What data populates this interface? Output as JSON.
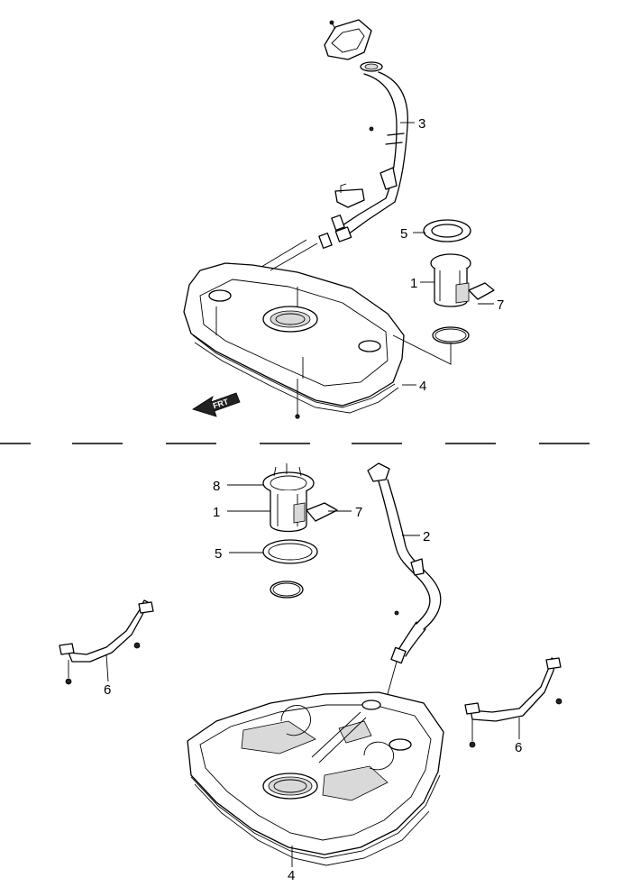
{
  "upper": {
    "callouts": {
      "c3": "3",
      "c5": "5",
      "c1": "1",
      "c7": "7",
      "c4": "4"
    },
    "frt_label": "FRT"
  },
  "lower": {
    "callouts": {
      "c8": "8",
      "c1": "1",
      "c7": "7",
      "c2": "2",
      "c5": "5",
      "c6a": "6",
      "c6b": "6",
      "c4": "4"
    }
  },
  "icons": {
    "front-arrow": "front-direction-arrow-icon"
  }
}
